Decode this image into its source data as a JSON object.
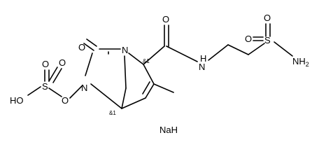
{
  "structure": {
    "atom_labels": {
      "o_carbonyl_ring": "O",
      "n_bridge": "N",
      "n_ring": "N",
      "o_n_oxy": "O",
      "s_sulfate": "S",
      "o_sulfate_top": "O",
      "o_sulfate_side": "O",
      "ho_sulfate": "HO",
      "o_amide": "O",
      "nh_amide": "H\nN",
      "s_sulfonamide": "S",
      "o_sulfonamide_top": "O",
      "o_sulfonamide_left": "O",
      "nh2_sulfonamide": "NH2"
    },
    "stereo_labels": {
      "c_alpha": "&1",
      "c_bridgehead": "&1"
    },
    "counterion": "NaH"
  },
  "style": {
    "bond_color": "#000000",
    "background": "#ffffff"
  }
}
